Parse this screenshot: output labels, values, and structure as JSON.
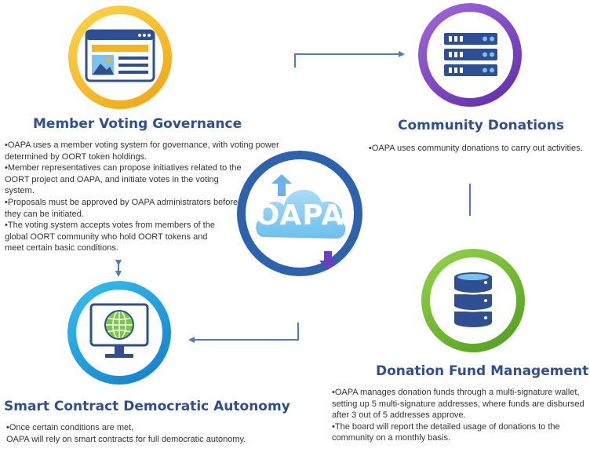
{
  "center": {
    "title": "OAPA",
    "subtitle": "Operation mode",
    "colors": {
      "ring": "#2d63ad",
      "cloud": "#8fd0f2",
      "cloud_dark": "#5fb6ea",
      "arrow_up": "#6bb2e6",
      "arrow_down": "#6a3fc3"
    }
  },
  "nodes": {
    "voting": {
      "title": "Member Voting Governance",
      "icon": "browser-window-icon",
      "ring_color": "#f6b51d",
      "items": [
        "•OAPA uses a member voting system for governance, with voting power determined by OORT token holdings.",
        "•Member representatives can propose initiatives related to the OORT  project and OAPA, and initiate votes in the voting system.",
        "•Proposals must be approved by OAPA administrators before they can be initiated.",
        "•The voting system accepts votes from members of the global OORT community who hold OORT tokens and meet certain basic conditions."
      ]
    },
    "donations": {
      "title": "Community Donations",
      "icon": "server-rack-icon",
      "ring_color": "#7a3fc1",
      "items": [
        "•OAPA uses community donations to carry out  activities."
      ]
    },
    "fund": {
      "title": "Donation Fund Management",
      "icon": "database-icon",
      "ring_color": "#6cbc2c",
      "items": [
        "•OAPA manages donation funds through a multi-signature wallet, setting up 5 multi-signature addresses, where funds are disbursed after 3 out of 5 addresses approve.",
        "•The board will report the detailed usage of donations to the community on a monthly basis."
      ]
    },
    "contract": {
      "title": "Smart Contract Democratic Autonomy",
      "icon": "globe-monitor-icon",
      "ring_color": "#1f9fdf",
      "items": [
        "•Once certain conditions are met,",
        "OAPA will rely on smart contracts for full democratic autonomy."
      ]
    }
  },
  "connector_color": "#4a7ec2"
}
